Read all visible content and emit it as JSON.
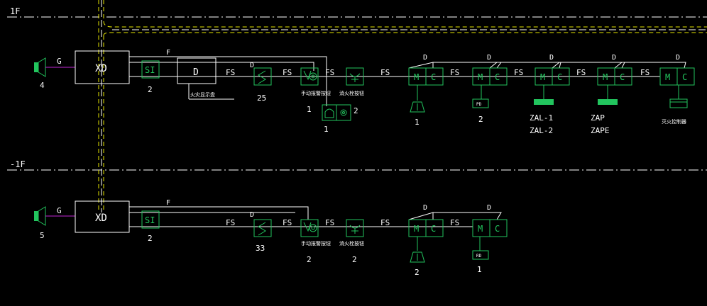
{
  "floors": {
    "f1": "1F",
    "fm1": "-1F"
  },
  "colors": {
    "green": "#22c55e",
    "yellow": "#e6e600",
    "magenta": "#c026d3",
    "white": "#ffffff"
  },
  "row1": {
    "speaker_count": "4",
    "cable_g": "G",
    "xd": "XD",
    "si": "SI",
    "si_count": "2",
    "d_box": "D",
    "d_box_note": "火灾显示盘",
    "cable_f": "F",
    "cable_fs": "FS",
    "cable_d": "D",
    "s_count": "25",
    "manual_note": "手动报警按钮",
    "manual_count": "1",
    "hydrant_count": "2",
    "phone_count": "1",
    "fire_note": "消火栓按钮",
    "m": "M",
    "c": "C",
    "mod1_count": "1",
    "pd_label": "PD",
    "mod2_count": "2",
    "zal1": "ZAL-1",
    "zal2": "ZAL-2",
    "zap": "ZAP",
    "zape": "ZAPE",
    "last_note": "灭火控制器"
  },
  "row2": {
    "speaker_count": "5",
    "cable_g": "G",
    "xd": "XD",
    "si": "SI",
    "si_count": "2",
    "cable_f": "F",
    "cable_fs": "FS",
    "cable_d": "D",
    "s_count": "33",
    "manual_note": "手动报警按钮",
    "manual_count": "2",
    "fire_note": "消火栓按钮",
    "fire_count": "2",
    "m": "M",
    "c": "C",
    "mod1_count": "2",
    "rd_label": "RD",
    "mod2_count": "1"
  }
}
